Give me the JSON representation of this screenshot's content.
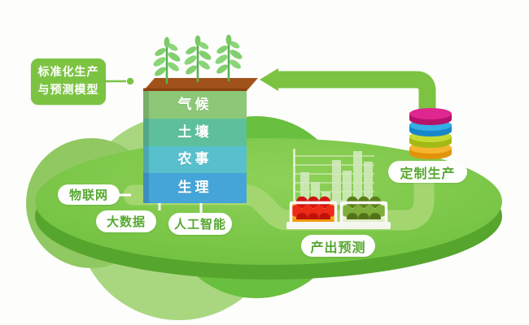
{
  "model_box": {
    "line1": "标准化生产",
    "line2": "与预测模型"
  },
  "pills": {
    "iot": "物联网",
    "big_data": "大数据",
    "ai": "人工智能",
    "output_forecast": "产出预测",
    "custom_production": "定制生产"
  },
  "box": {
    "soil_color": "#a0521a",
    "layers": [
      {
        "label": "气候",
        "color": "#8cc877"
      },
      {
        "label": "土壤",
        "color": "#5dc09b"
      },
      {
        "label": "农事",
        "color": "#58c0cd"
      },
      {
        "label": "生理",
        "color": "#46a5d8"
      }
    ]
  },
  "production_stack": {
    "discs": [
      {
        "top": "#e0268f",
        "side": "#b5136b"
      },
      {
        "top": "#35aee6",
        "side": "#1787c9"
      },
      {
        "top": "#c6da34",
        "side": "#a3ba16"
      },
      {
        "top": "#f6b52e",
        "side": "#e2930b"
      }
    ]
  },
  "chart_data": {
    "type": "bar",
    "values": [
      40,
      28,
      16,
      55,
      42,
      66,
      53
    ],
    "title": "",
    "xlabel": "",
    "ylabel": "",
    "ylim": [
      0,
      70
    ],
    "grid": true,
    "legend": "none",
    "bar_color": "#cfe9b8",
    "grid_color": "#ddeec9"
  },
  "colors": {
    "accent_green": "#7cc342",
    "platform_green": "#74c244",
    "platform_rim": "#56a52d",
    "path_green": "#a4d670",
    "pill_text_green": "#55a82e",
    "tomato_red": "#ee2a18",
    "tomato_green": "#7fae3a"
  }
}
